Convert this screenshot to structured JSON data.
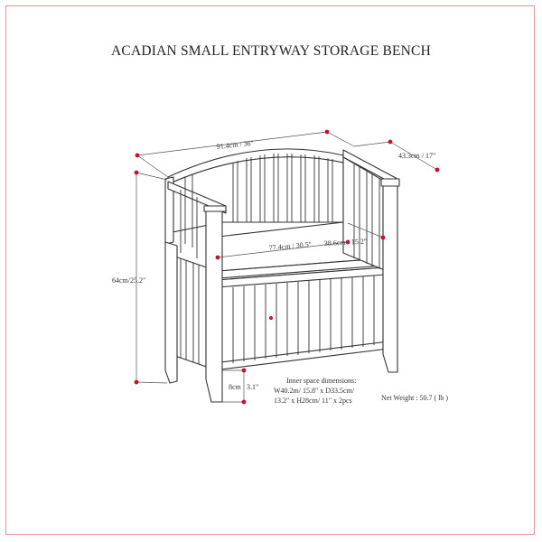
{
  "title": "ACADIAN SMALL ENTRYWAY STORAGE BENCH",
  "dimensions": {
    "width_total": "91.4cm / 36\"",
    "depth_total": "43.3cm / 17\"",
    "height_total": "64cm/25.2\"",
    "seat_width": "77.4cm / 30.5\"",
    "seat_depth": "38.6cm / 15.2\"",
    "leg_height_cm": "8cm",
    "leg_height_in": "3.1\""
  },
  "inner_space": {
    "heading": "Inner space dimensions:",
    "line1": "W40.2m/ 15.8\" x D33.5cm/",
    "line2": "13.2\" x H28cm/ 11\" x 2pcs"
  },
  "net_weight": "Net Weight : 50.7 ( lb )",
  "colors": {
    "marker": "#c8102e",
    "line": "#333333",
    "frame": "#f08f8f"
  }
}
